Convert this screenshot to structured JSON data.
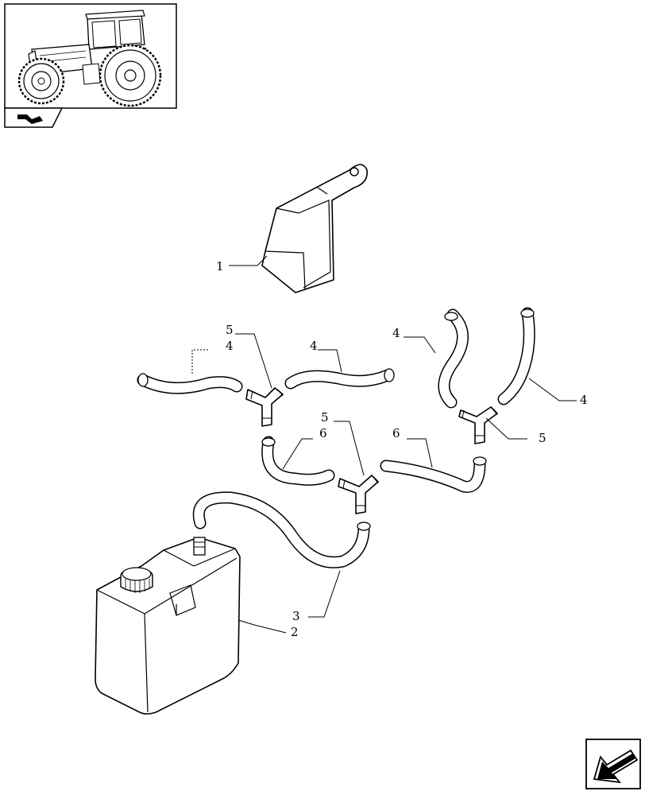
{
  "icons": {
    "tractor_thumbnail": "tractor-icon",
    "section_symbol": "hydraulic-section-icon",
    "navigation_arrow": "next-page-arrow-icon"
  },
  "callouts": {
    "c1": "1",
    "c2": "2",
    "c3": "3",
    "c4a": "4",
    "c4b": "4",
    "c4c": "4",
    "c4d": "4",
    "c5a": "5",
    "c5b": "5",
    "c5c": "5",
    "c6a": "6",
    "c6b": "6"
  }
}
